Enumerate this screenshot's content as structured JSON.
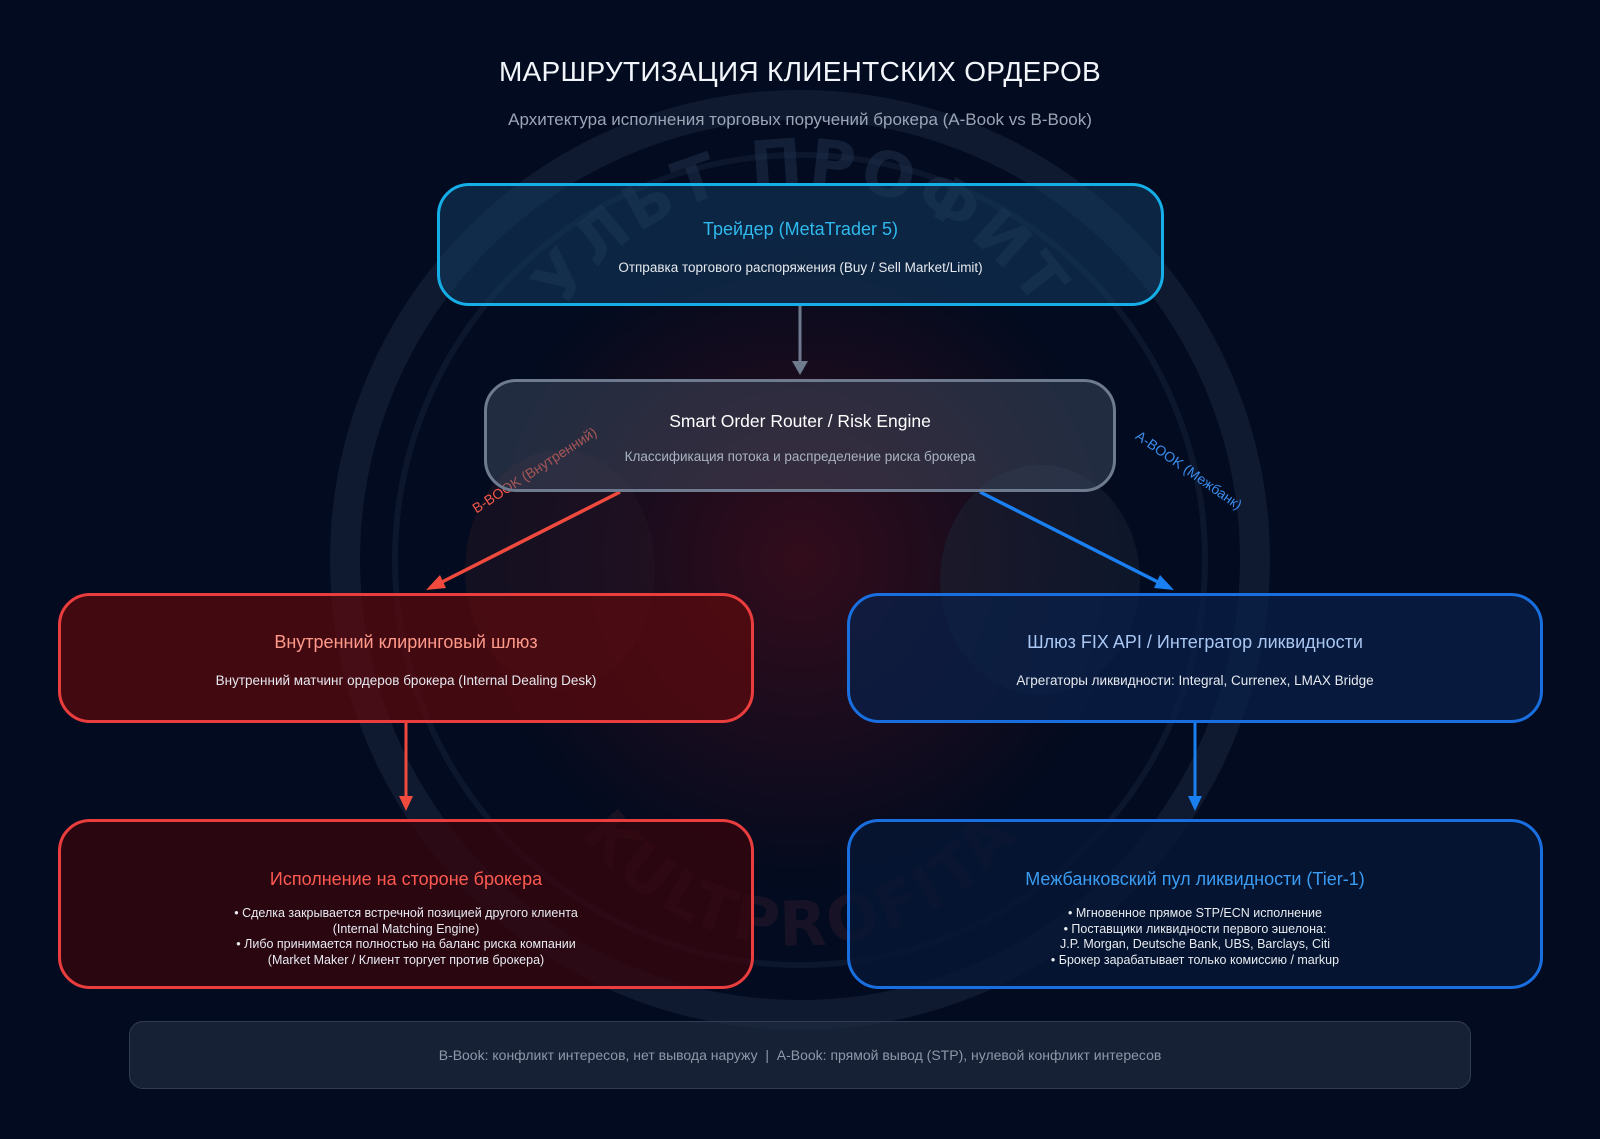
{
  "title": "МАРШРУТИЗАЦИЯ КЛИЕНТСКИХ ОРДЕРОВ",
  "subtitle": "Архитектура исполнения торговых поручений брокера (A-Book vs B-Book)",
  "nodes": {
    "trader": {
      "title": "Трейдер (MetaTrader 5)",
      "description": "Отправка торгового распоряжения (Buy / Sell Market/Limit)"
    },
    "router": {
      "title": "Smart Order Router / Risk Engine",
      "description": "Классификация потока и распределение риска брокера"
    },
    "internal_gateway": {
      "title": "Внутренний клиринговый шлюз",
      "description": "Внутренний матчинг ордеров брокера (Internal Dealing Desk)"
    },
    "fix_gateway": {
      "title": "Шлюз FIX API / Интегратор ликвидности",
      "description": "Агрегаторы ликвидности: Integral, Currenex, LMAX Bridge"
    },
    "broker_execution": {
      "title": "Исполнение на стороне брокера",
      "lines": [
        "• Сделка закрывается встречной позицией другого клиента",
        "(Internal Matching Engine)",
        "• Либо принимается полностью на баланс риска компании",
        "(Market Maker / Клиент торгует против брокера)"
      ]
    },
    "interbank_pool": {
      "title": "Межбанковский пул ликвидности (Tier-1)",
      "lines": [
        "• Мгновенное прямое STP/ECN исполнение",
        "• Поставщики ликвидности первого эшелона:",
        "J.P. Morgan, Deutsche Bank, UBS, Barclays, Citi",
        "• Брокер зарабатывает только комиссию / markup"
      ]
    }
  },
  "edges": {
    "bbook_label": "B-BOOK (Внутренний)",
    "abook_label": "A-BOOK (Межбанк)"
  },
  "footer": "B-Book: конфликт интересов, нет вывода наружу  |  A-Book: прямой вывод (STP), нулевой конфликт интересов",
  "watermark": {
    "top_text": "КУЛЬТ ПРОФИТА",
    "bottom_text": "KULTPROFITA"
  },
  "colors": {
    "background": "#020b1f",
    "trader_accent": "#15aee6",
    "router_border": "#6e7b8f",
    "bbook_red": "#ea3d3d",
    "abook_blue": "#1a6fe0"
  }
}
